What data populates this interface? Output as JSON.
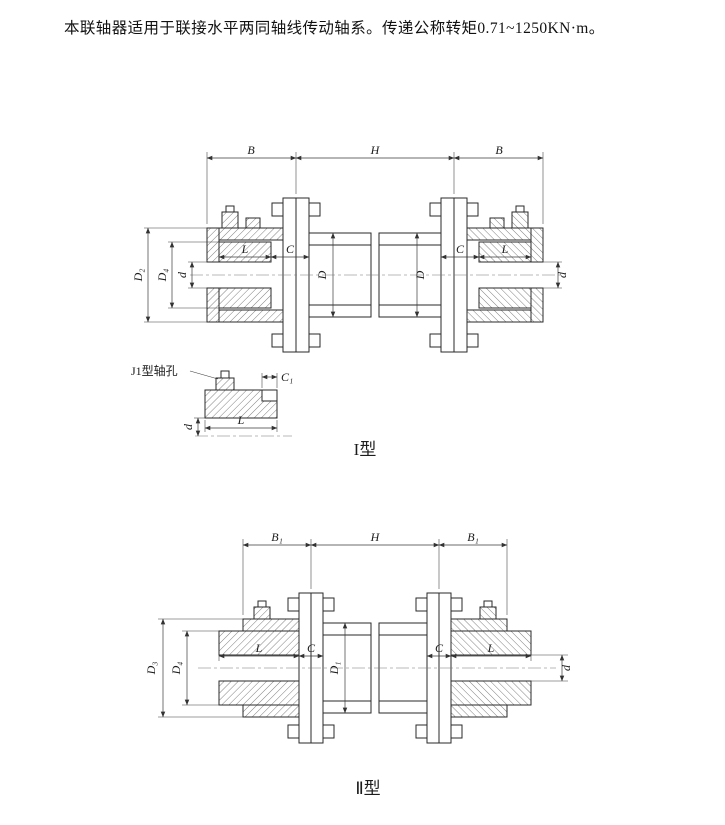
{
  "header": {
    "text": "本联轴器适用于联接水平两同轴线传动轴系。传递公称转矩0.71~1250KN·m。"
  },
  "type1": {
    "caption": "I型",
    "detail_label": "J1型轴孔",
    "dims": {
      "b_left": "B",
      "h": "H",
      "b_right": "B",
      "l_left": "L",
      "c_left": "C",
      "c_right": "C",
      "l_right": "L",
      "d_mid_left": "D",
      "d_mid_right": "D",
      "d2": "D₂",
      "d4": "D₄",
      "d_bore_left": "d",
      "d_bore_right": "d",
      "c1": "C₁",
      "l_detail": "L",
      "d_detail": "d"
    }
  },
  "type2": {
    "caption": "Ⅱ型",
    "dims": {
      "b1_left": "B₁",
      "h": "H",
      "b1_right": "B₁",
      "l_left": "L",
      "c_left": "C",
      "c_right": "C",
      "l_right": "L",
      "d1": "D₁",
      "d3": "D₃",
      "d4": "D₄",
      "d_bore": "d"
    }
  }
}
